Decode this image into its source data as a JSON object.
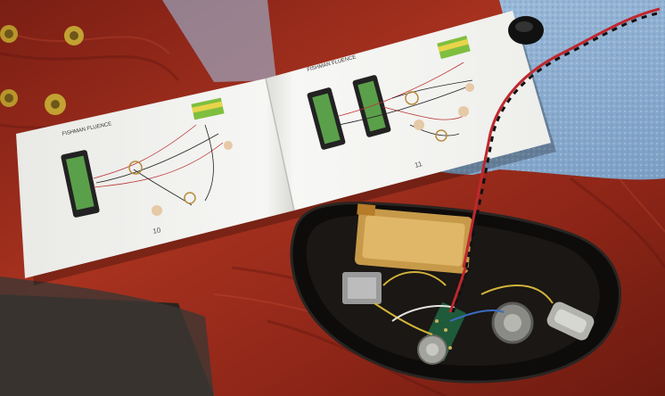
{
  "photo": {
    "colors": {
      "guitar_body": "#9a2a1c",
      "guitar_body_dark": "#5a140e",
      "towel": "#8fb3d6",
      "paper": "#f4f4f2",
      "cavity": "#0f0d0c",
      "wire_red": "#c0272d",
      "wire_black": "#111111",
      "battery_green": "#7fbf3f",
      "battery_yellow": "#e8d44a"
    },
    "booklet": {
      "left_page": {
        "number": "10",
        "header": "FISHMAN FLUENCE"
      },
      "right_page": {
        "number": "11",
        "header": "FISHMAN FLUENCE"
      }
    }
  }
}
